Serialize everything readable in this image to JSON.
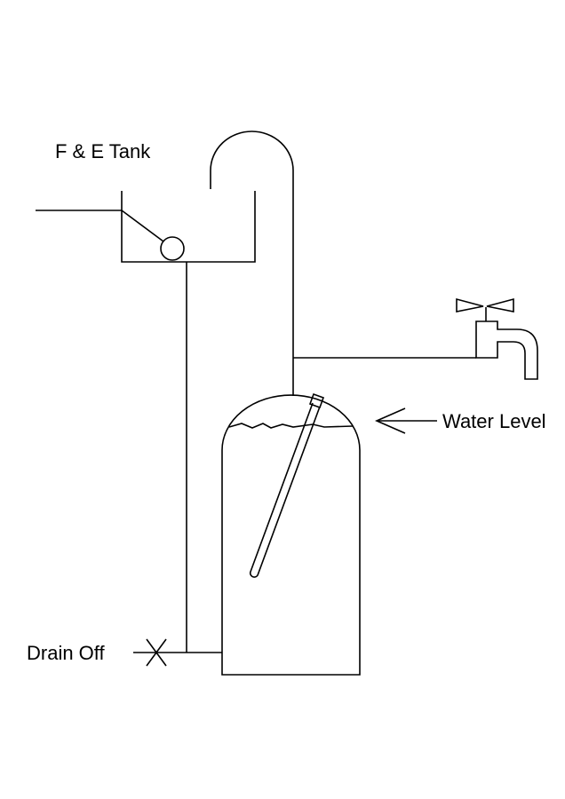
{
  "diagram": {
    "labels": {
      "fe_tank": "F & E Tank",
      "water_level": "Water Level",
      "drain_off": "Drain Off"
    },
    "colors": {
      "line": "#000000",
      "text": "#000000",
      "background": "#ffffff"
    }
  }
}
